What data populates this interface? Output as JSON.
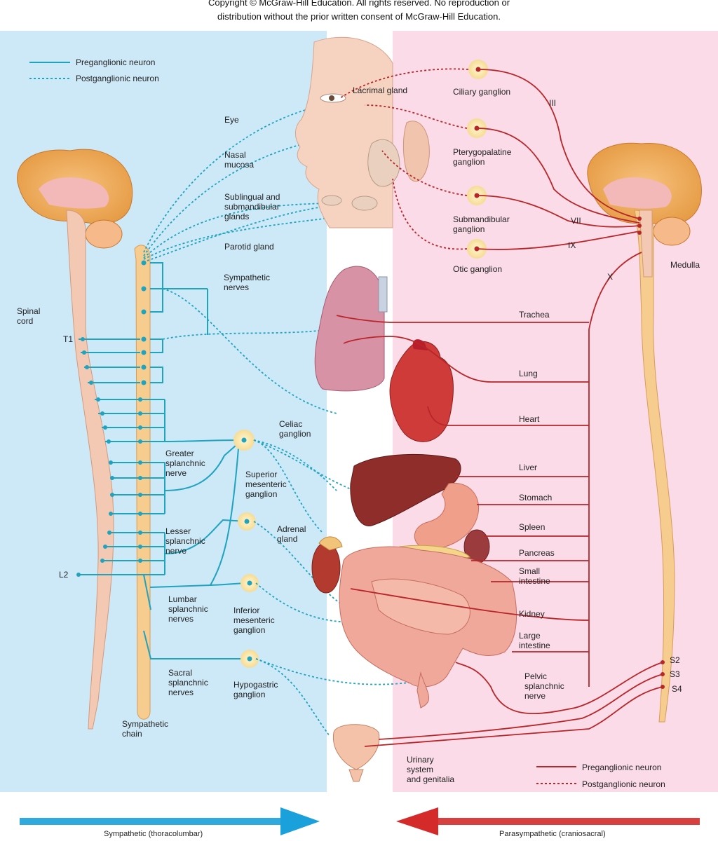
{
  "copyright": {
    "line1": "Copyright © McGraw-Hill Education. All rights reserved. No reproduction or",
    "line2": "distribution without the prior written consent of McGraw-Hill Education."
  },
  "legend_left": {
    "pre": "Preganglionic neuron",
    "post": "Postganglionic neuron"
  },
  "legend_right": {
    "pre": "Preganglionic neuron",
    "post": "Postganglionic neuron"
  },
  "sympathetic_labels": {
    "spinal_cord": "Spinal\ncord",
    "t1": "T1",
    "l2": "L2",
    "sympathetic_nerves": "Sympathetic\nnerves",
    "greater": "Greater\nsplanchnic\nnerve",
    "lesser": "Lesser\nsplanchnic\nnerve",
    "lumbar": "Lumbar\nsplanchnic\nnerves",
    "sacral": "Sacral\nsplanchnic\nnerves",
    "chain": "Sympathetic\nchain",
    "celiac": "Celiac\nganglion",
    "sup_mes": "Superior\nmesenteric\nganglion",
    "inf_mes": "Inferior\nmesenteric\nganglion",
    "hypogastric": "Hypogastric\nganglion",
    "adrenal": "Adrenal\ngland"
  },
  "head_labels": {
    "eye": "Eye",
    "nasal": "Nasal\nmucosa",
    "sublingual": "Sublingual and\nsubmandibular\nglands",
    "parotid": "Parotid gland",
    "lacrimal": "Lacrimal gland"
  },
  "parasympathetic_labels": {
    "ciliary": "Ciliary ganglion",
    "ptery": "Pterygopalatine\nganglion",
    "submand": "Submandibular\nganglion",
    "otic": "Otic ganglion",
    "medulla": "Medulla",
    "pelvic": "Pelvic\nsplanchnic\nnerve",
    "s2": "S2",
    "s3": "S3",
    "s4": "S4"
  },
  "cranial_nerves": {
    "iii": "III",
    "vii": "VII",
    "ix": "IX",
    "x": "X"
  },
  "organs": {
    "trachea": "Trachea",
    "lung": "Lung",
    "heart": "Heart",
    "liver": "Liver",
    "stomach": "Stomach",
    "spleen": "Spleen",
    "pancreas": "Pancreas",
    "small_intestine": "Small\nintestine",
    "kidney": "Kidney",
    "large_intestine": "Large\nintestine",
    "urinary": "Urinary\nsystem\nand genitalia"
  },
  "footer": {
    "left": "Sympathetic (thoracolumbar)",
    "right": "Parasympathetic (craniosacral)"
  },
  "colors": {
    "symp_bg": "#cde9f7",
    "para_bg": "#fadbe7",
    "symp_nerve": "#1fa3bf",
    "para_nerve": "#b8262a",
    "spine": "#f7cd8f",
    "arrow_blue": "#1aa0db",
    "arrow_red": "#d42a2a"
  }
}
